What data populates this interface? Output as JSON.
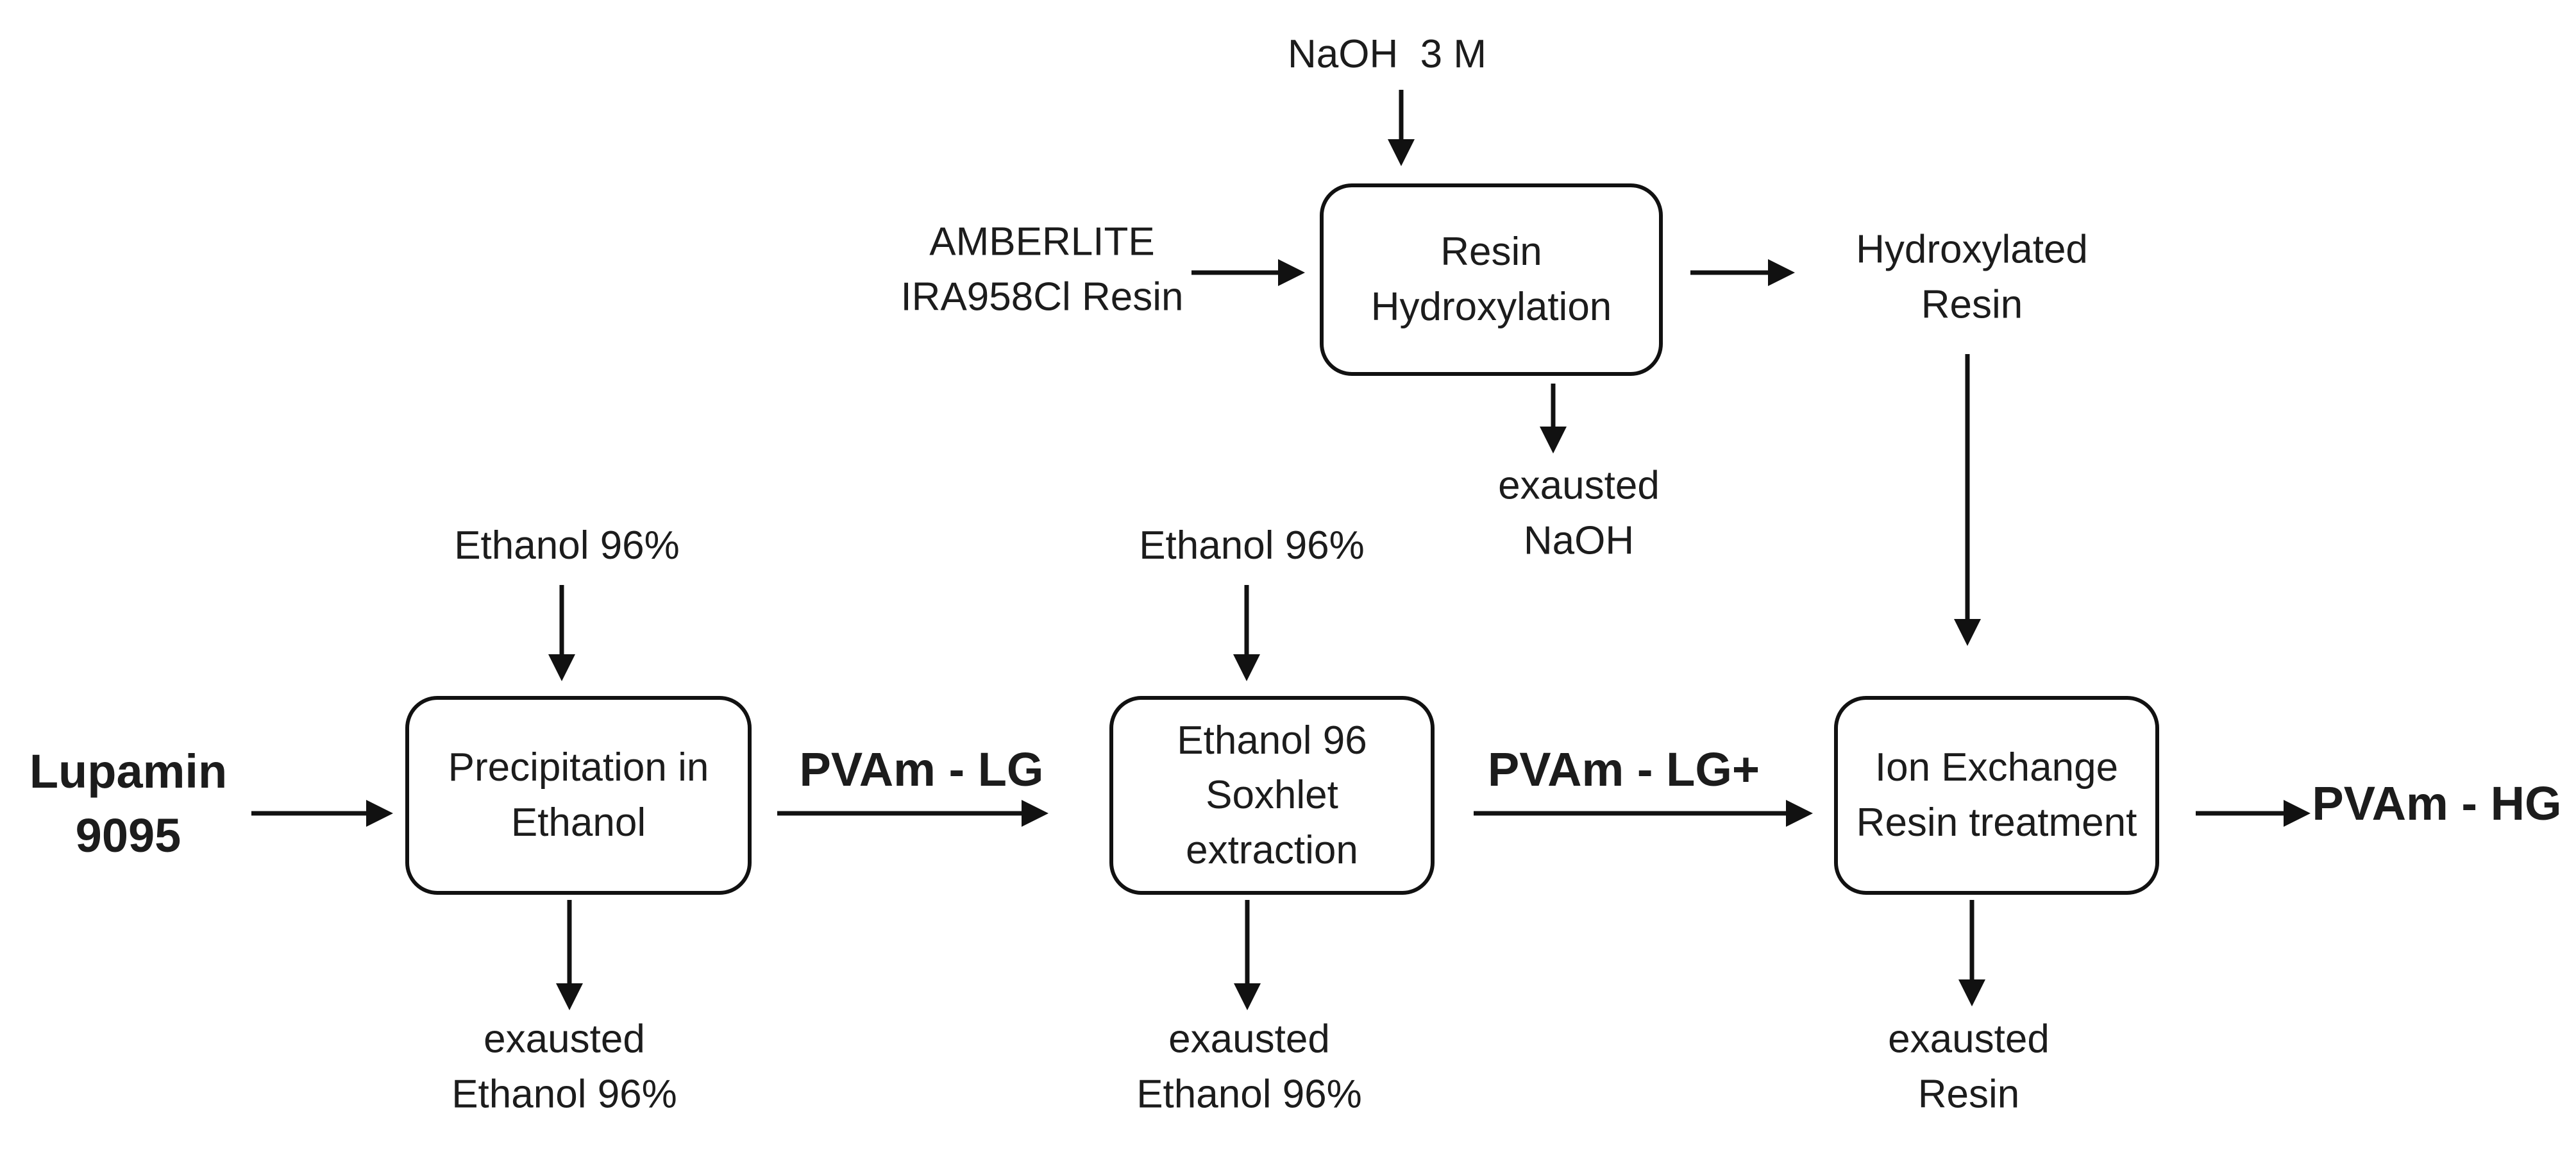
{
  "colors": {
    "background": "#ffffff",
    "ink": "#111111"
  },
  "nodes": {
    "naoh_input": {
      "label": "NaOH  3 M"
    },
    "amberlite_input": {
      "label": "AMBERLITE\nIRA958Cl Resin"
    },
    "resin_hydroxylation_box": {
      "label": "Resin\nHydroxylation"
    },
    "hydroxylated_resin": {
      "label": "Hydroxylated\nResin"
    },
    "exausted_naoh_output": {
      "label": "exausted\nNaOH"
    },
    "ethanol_input_left": {
      "label": "Ethanol 96%"
    },
    "ethanol_input_mid": {
      "label": "Ethanol 96%"
    },
    "lupamin_input": {
      "label": "Lupamin\n9095"
    },
    "precipitation_box": {
      "label": "Precipitation in\nEthanol"
    },
    "pvam_lg_stream": {
      "label": "PVAm - LG"
    },
    "soxhlet_box": {
      "label": "Ethanol 96\nSoxhlet\nextraction"
    },
    "pvam_lg_plus_stream": {
      "label": "PVAm - LG+"
    },
    "ion_exchange_box": {
      "label": "Ion Exchange\nResin treatment"
    },
    "pvam_hg_product": {
      "label": "PVAm - HG"
    },
    "exausted_ethanol_output_left": {
      "label": "exausted\nEthanol 96%"
    },
    "exausted_ethanol_output_mid": {
      "label": "exausted\nEthanol 96%"
    },
    "exausted_resin_output": {
      "label": "exausted\nResin"
    }
  }
}
